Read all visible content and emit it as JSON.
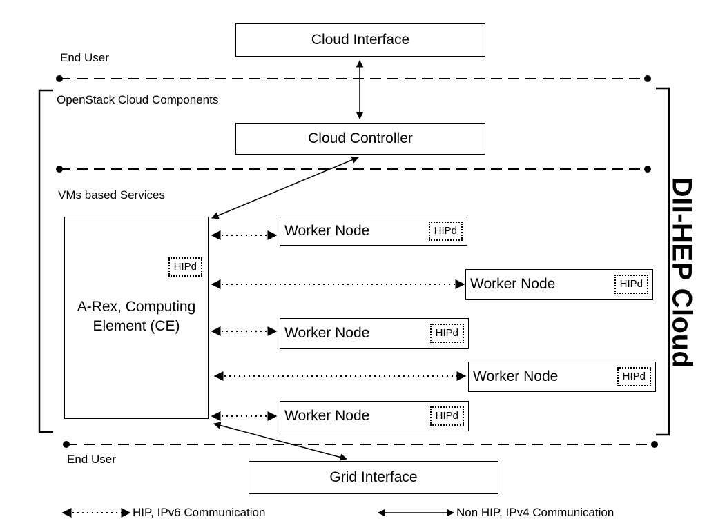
{
  "title": "DII-HEP Cloud",
  "zones": {
    "end_user_top": "End User",
    "openstack": "OpenStack Cloud Components",
    "vm_services": "VMs based Services",
    "end_user_bottom": "End User"
  },
  "nodes": {
    "cloud_interface": "Cloud Interface",
    "cloud_controller": "Cloud Controller",
    "ce": {
      "line1": "A-Rex, Computing",
      "line2": "Element (CE)",
      "hip": "HIPd"
    },
    "grid_interface": "Grid Interface",
    "workers": [
      {
        "label": "Worker Node",
        "hip": "HIPd"
      },
      {
        "label": "Worker Node",
        "hip": "HIPd"
      },
      {
        "label": "Worker Node",
        "hip": "HIPd"
      },
      {
        "label": "Worker Node",
        "hip": "HIPd"
      },
      {
        "label": "Worker Node",
        "hip": "HIPd"
      }
    ]
  },
  "legend": {
    "dotted": "HIP, IPv6 Communication",
    "solid": "Non HIP, IPv4 Communication"
  }
}
